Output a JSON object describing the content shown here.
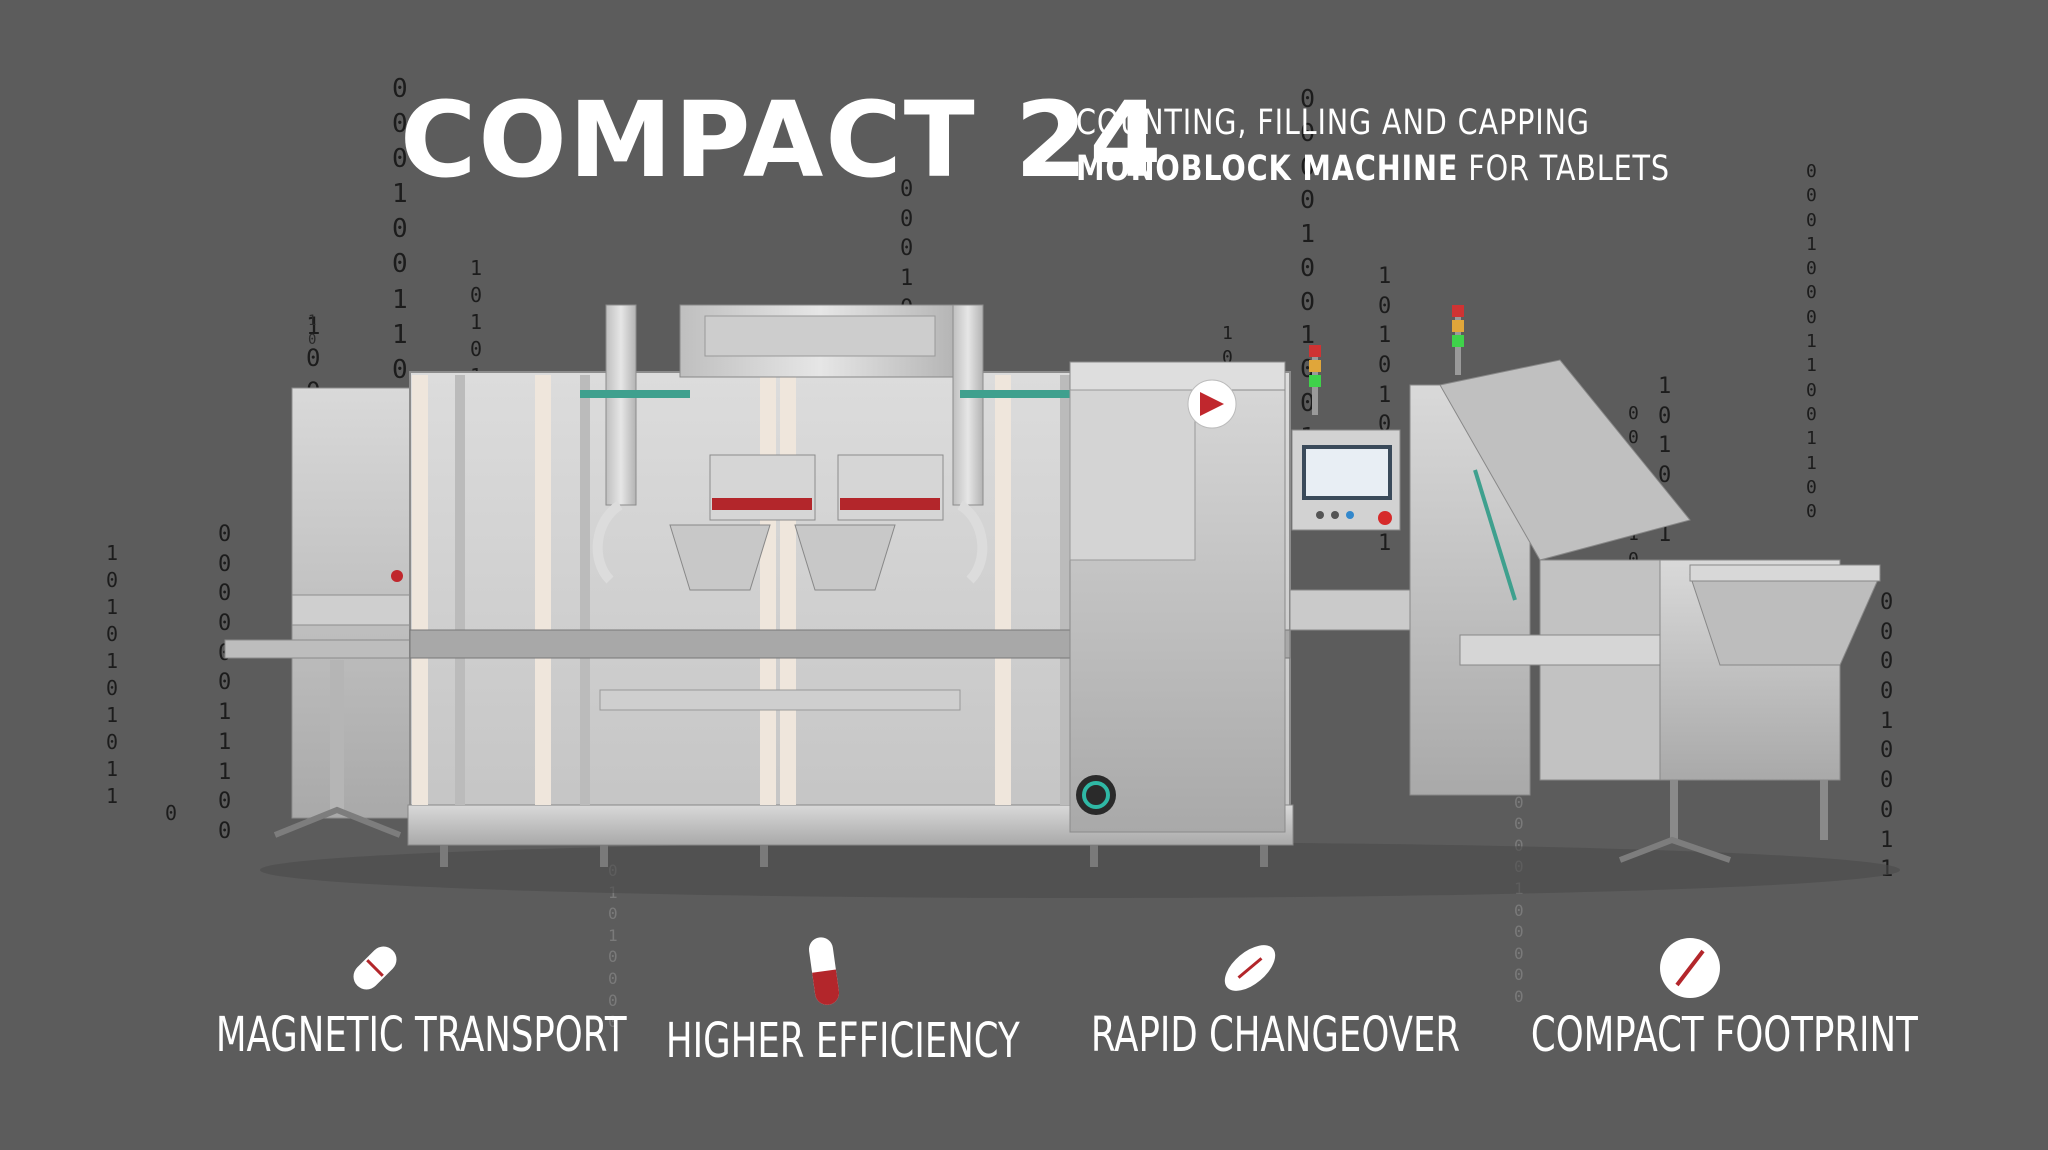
{
  "header": {
    "title": "COMPACT 24",
    "subtitle_line1": "COUNTING, FILLING AND CAPPING",
    "subtitle_line2_bold": "MONOBLOCK MACHINE",
    "subtitle_line2_rest": " FOR TABLETS"
  },
  "features": [
    {
      "label": "MAGNETIC TRANSPORT",
      "icon": "capsule-tablet-icon"
    },
    {
      "label": "HIGHER EFFICIENCY",
      "icon": "red-capsule-icon"
    },
    {
      "label": "RAPID CHANGEOVER",
      "icon": "oval-tablet-icon"
    },
    {
      "label": "COMPACT FOOTPRINT",
      "icon": "round-tablet-icon"
    }
  ],
  "colors": {
    "background": "#5c5c5c",
    "text": "#ffffff",
    "accent_red": "#b3262b",
    "binary_digits": "#1c1c1c"
  }
}
